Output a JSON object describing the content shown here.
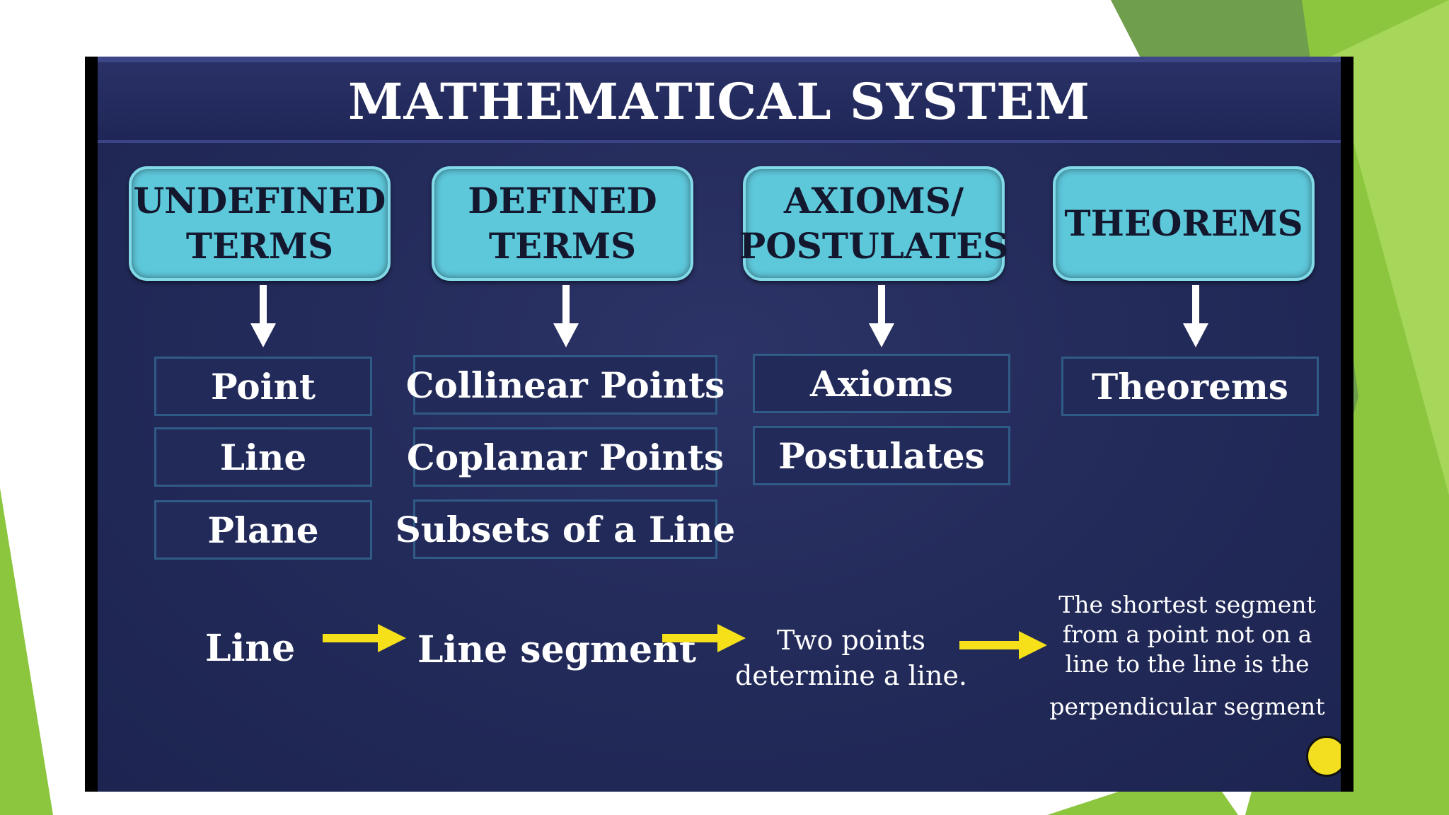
{
  "title": "MATHEMATICAL SYSTEM",
  "colors": {
    "header_fill": "#5ec8db",
    "slide_bg": "#222a59",
    "item_border": "#2f5b86",
    "arrow_yellow": "#f5e01a",
    "accent_green": "#7ab648"
  },
  "columns": [
    {
      "header": [
        "UNDEFINED",
        "TERMS"
      ],
      "items": [
        "Point",
        "Line",
        "Plane"
      ]
    },
    {
      "header": [
        "DEFINED",
        "TERMS"
      ],
      "items": [
        "Collinear Points",
        "Coplanar Points",
        "Subsets of a Line"
      ]
    },
    {
      "header": [
        "AXIOMS/",
        "POSTULATES"
      ],
      "items": [
        "Axioms",
        "Postulates"
      ]
    },
    {
      "header": [
        "THEOREMS"
      ],
      "items": [
        "Theorems"
      ]
    }
  ],
  "flow": {
    "step1": "Line",
    "step2": "Line segment",
    "step3": [
      "Two points",
      "determine a line."
    ],
    "step4": [
      "The shortest segment",
      "from a point not on a",
      "line to the line is the",
      "perpendicular segment"
    ]
  }
}
